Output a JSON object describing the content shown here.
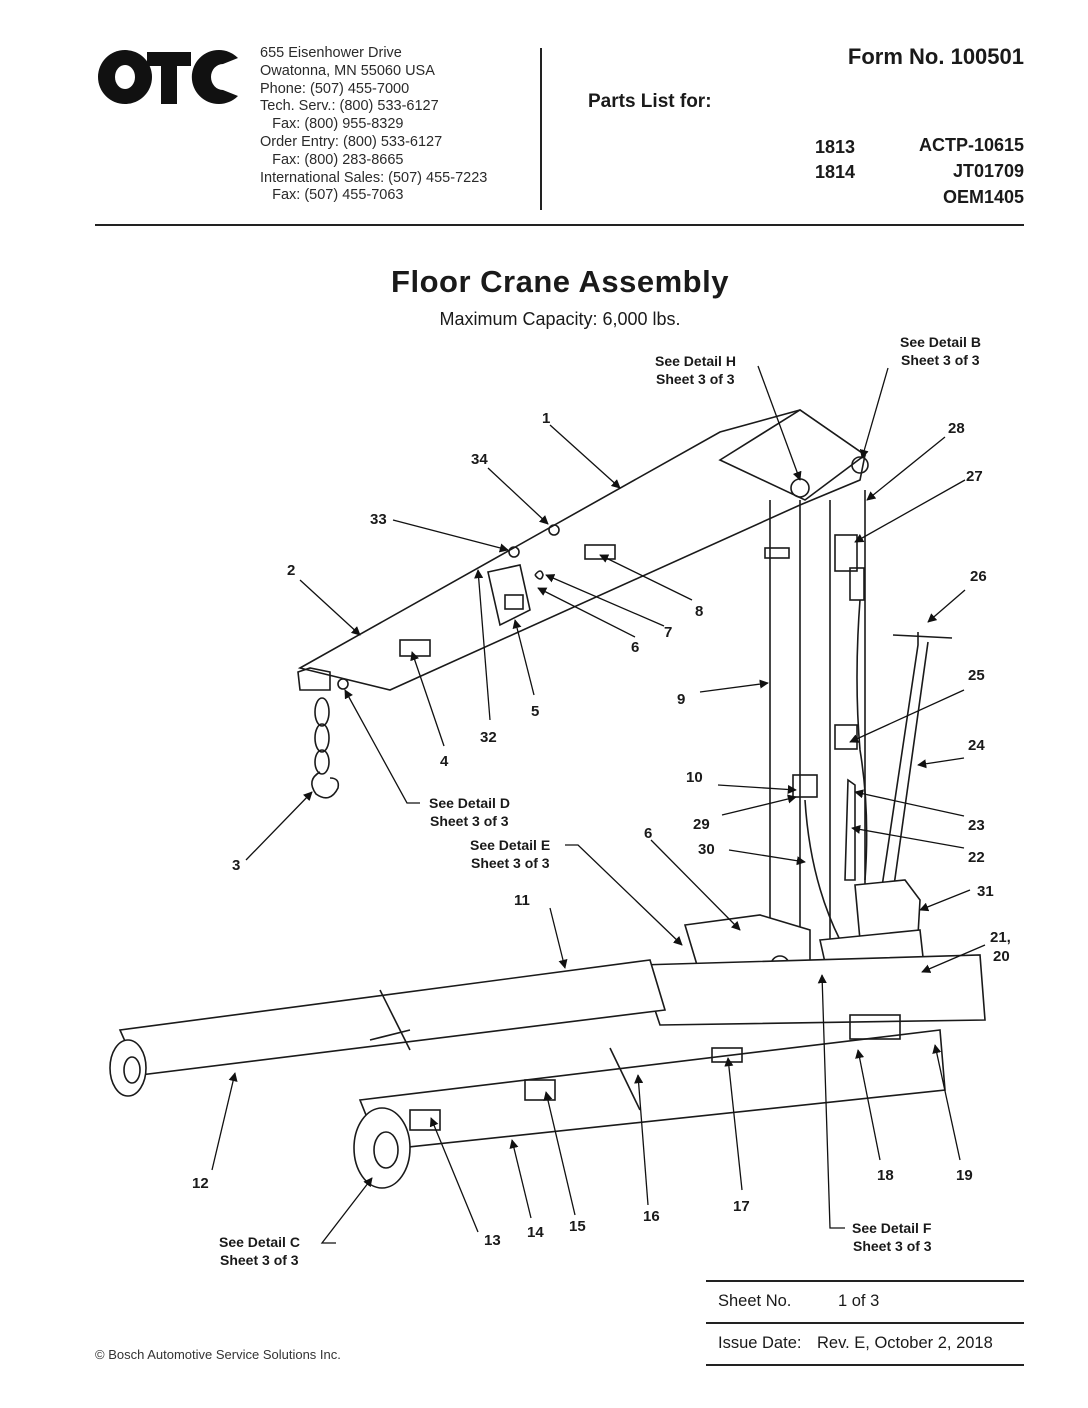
{
  "header": {
    "logo_text": "OTC",
    "address_lines": [
      "655 Eisenhower Drive",
      "Owatonna, MN 55060 USA",
      "Phone: (507) 455-7000",
      "Tech. Serv.: (800) 533-6127",
      "   Fax: (800) 955-8329",
      "Order Entry: (800) 533-6127",
      "   Fax: (800) 283-8665",
      "International Sales: (507) 455-7223",
      "   Fax: (507) 455-7063"
    ],
    "form_no": "Form No. 100501",
    "parts_list_for": "Parts List for:",
    "part_numbers_left": [
      "1813",
      "1814"
    ],
    "part_numbers_right": [
      "ACTP-10615",
      "JT01709",
      "OEM1405"
    ]
  },
  "document": {
    "title": "Floor Crane Assembly",
    "subtitle": "Maximum Capacity: 6,000 lbs."
  },
  "diagram": {
    "callouts": [
      "1",
      "2",
      "3",
      "4",
      "5",
      "6",
      "6",
      "7",
      "8",
      "9",
      "10",
      "11",
      "12",
      "13",
      "14",
      "15",
      "16",
      "17",
      "18",
      "19",
      "21,",
      "20",
      "22",
      "23",
      "24",
      "25",
      "26",
      "27",
      "28",
      "29",
      "30",
      "31",
      "32",
      "33",
      "34"
    ],
    "details": {
      "h": [
        "See Detail H",
        "Sheet 3 of 3"
      ],
      "b": [
        "See Detail B",
        "Sheet 3 of 3"
      ],
      "d": [
        "See Detail D",
        "Sheet 3 of 3"
      ],
      "e": [
        "See Detail E",
        "Sheet 3 of 3"
      ],
      "c": [
        "See Detail C",
        "Sheet 3 of 3"
      ],
      "f": [
        "See Detail F",
        "Sheet 3 of 3"
      ]
    }
  },
  "footer": {
    "sheet_label": "Sheet No.",
    "sheet_value": "1 of 3",
    "issue_label": "Issue Date:",
    "issue_value": "Rev. E, October 2, 2018",
    "copyright": "© Bosch Automotive Service Solutions Inc."
  }
}
